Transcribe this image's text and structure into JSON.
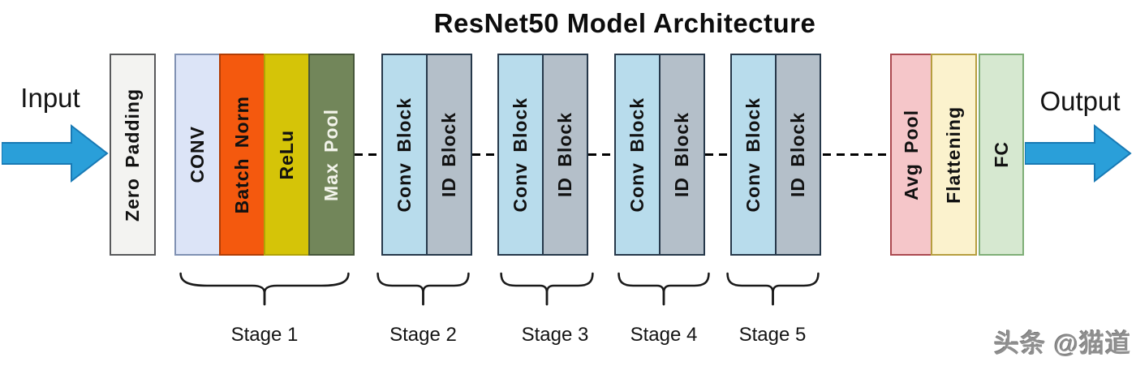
{
  "title": "ResNet50 Model Architecture",
  "endpoints": {
    "input": "Input",
    "output": "Output"
  },
  "architecture": {
    "zero_padding": {
      "label": "Zero Padding",
      "fill": "#f3f3f1",
      "border": "#58595b"
    },
    "stage1_layers": [
      {
        "label": "CONV",
        "fill": "#dce4f7",
        "border": "#8091b3",
        "text_color": "#111111"
      },
      {
        "label": "Batch Norm",
        "fill": "#f4590e",
        "border": "#b13d05",
        "text_color": "#111111"
      },
      {
        "label": "ReLu",
        "fill": "#d5c408",
        "border": "#b0a206",
        "text_color": "#111111"
      },
      {
        "label": "Max Pool",
        "fill": "#72865a",
        "border": "#47573a",
        "text_color": "#f2f3ea"
      }
    ],
    "residual_stages": [
      {
        "blocks": [
          {
            "label": "Conv Block"
          },
          {
            "label": "ID Block"
          }
        ]
      },
      {
        "blocks": [
          {
            "label": "Conv Block"
          },
          {
            "label": "ID Block"
          }
        ]
      },
      {
        "blocks": [
          {
            "label": "Conv Block"
          },
          {
            "label": "ID Block"
          }
        ]
      },
      {
        "blocks": [
          {
            "label": "Conv Block"
          },
          {
            "label": "ID Block"
          }
        ]
      }
    ],
    "conv_block_fill": "#b8dcec",
    "id_block_fill": "#b4bfc9",
    "pair_border": "#26384a",
    "tail_layers": [
      {
        "label": "Avg Pool",
        "fill": "#f5c6c9",
        "border": "#ab4950"
      },
      {
        "label": "Flattening",
        "fill": "#fbf2cd",
        "border": "#b69e3f"
      },
      {
        "label": "FC",
        "fill": "#d6e8d0",
        "border": "#7fae77"
      }
    ]
  },
  "stages": [
    {
      "label": "Stage 1"
    },
    {
      "label": "Stage 2"
    },
    {
      "label": "Stage 3"
    },
    {
      "label": "Stage 4"
    },
    {
      "label": "Stage 5"
    }
  ],
  "arrow_color": "#2a9fd9",
  "arrow_border": "#1879b4",
  "dash_color": "#000000",
  "watermark": {
    "text": "头条 @猫道"
  }
}
